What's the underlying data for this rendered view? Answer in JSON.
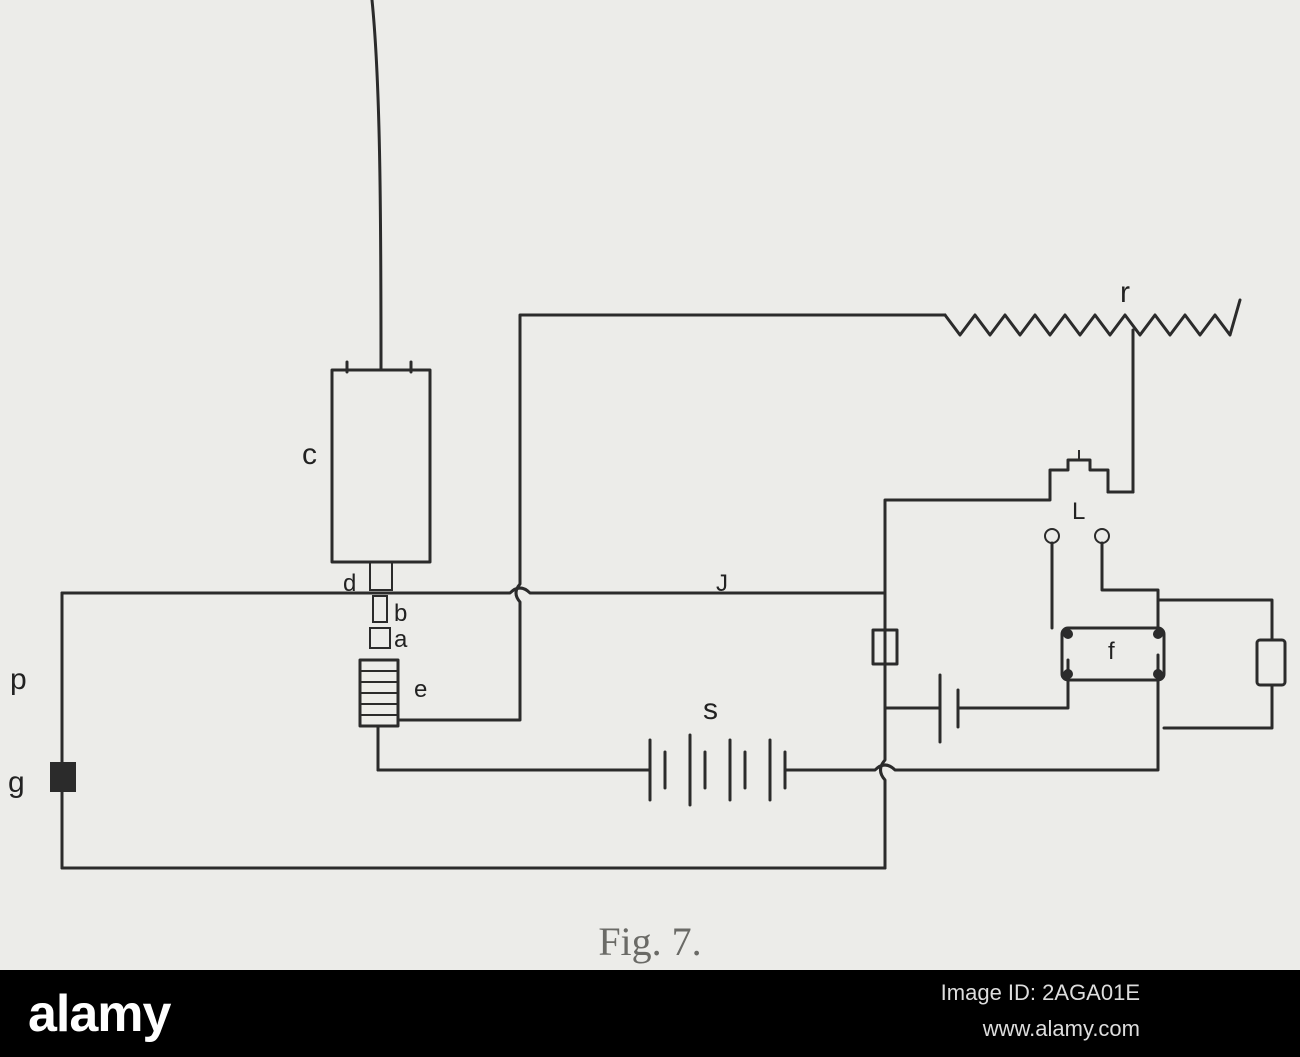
{
  "diagram": {
    "caption": "Fig. 7.",
    "labels": {
      "c": "c",
      "d": "d",
      "b": "b",
      "a": "a",
      "e": "e",
      "p": "p",
      "g": "g",
      "s": "s",
      "r": "r",
      "l": "L",
      "f": "f",
      "j": "J"
    }
  },
  "watermark": {
    "brand": "alamy",
    "image_id": "Image ID: 2AGA01E",
    "site": "www.alamy.com"
  },
  "colors": {
    "ink": "#2b2b2b",
    "paper": "#ecece9",
    "footer": "#000000"
  }
}
